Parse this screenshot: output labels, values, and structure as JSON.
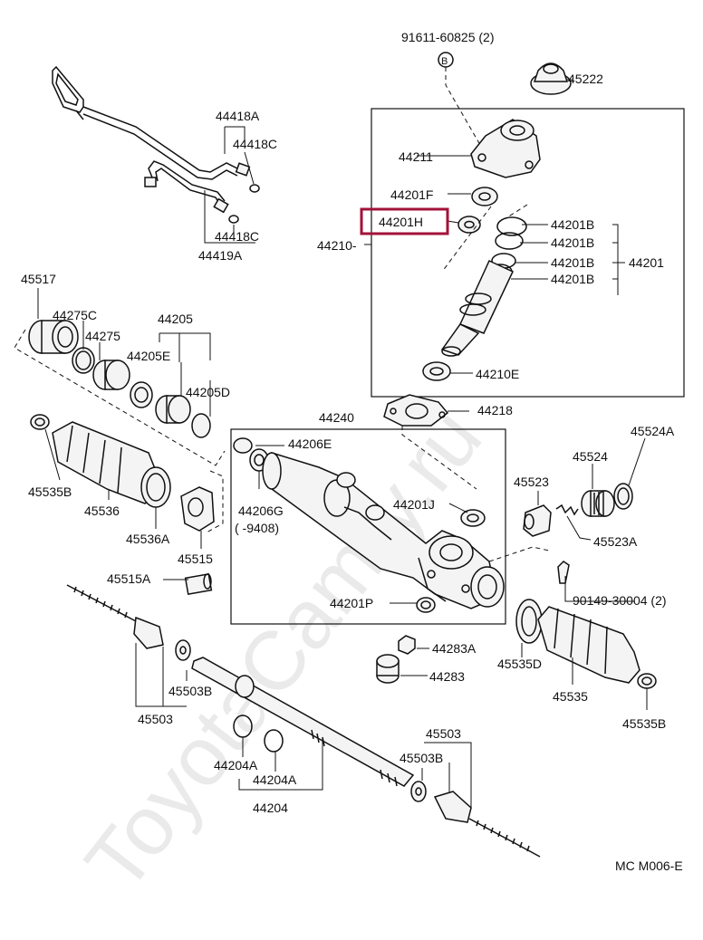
{
  "diagram": {
    "highlight_color": "#a3123a",
    "highlighted_part": "44201H",
    "diagram_code": "MC M006-E",
    "watermark": "ToyotaCamry.ru",
    "labels": {
      "p91611": "91611-60825 (2)",
      "p45222": "45222",
      "p44418A": "44418A",
      "p44418C_top": "44418C",
      "p44418C_bot": "44418C",
      "p44419A": "44419A",
      "p44211": "44211",
      "p44201F": "44201F",
      "p44201H": "44201H",
      "p44210": "44210-",
      "p44201B_1": "44201B",
      "p44201B_2": "44201B",
      "p44201B_3": "44201B",
      "p44201B_4": "44201B",
      "p44201": "44201",
      "p44210E": "44210E",
      "p45517": "45517",
      "p44275C": "44275C",
      "p44275": "44275",
      "p44205": "44205",
      "p44205E": "44205E",
      "p44205D": "44205D",
      "p44218": "44218",
      "p44240": "44240",
      "p44206E": "44206E",
      "p44206G": "44206G",
      "p9408": "(        -9408)",
      "p44201J": "44201J",
      "p44201P": "44201P",
      "p45535B_left": "45535B",
      "p45536": "45536",
      "p45536A": "45536A",
      "p45515": "45515",
      "p45515A": "45515A",
      "p45524A": "45524A",
      "p45524": "45524",
      "p45523": "45523",
      "p45523A": "45523A",
      "p90149": "90149-30004 (2)",
      "p44283A": "44283A",
      "p44283": "44283",
      "p45535D": "45535D",
      "p45535": "45535",
      "p45535B_right": "45535B",
      "p45503B_left": "45503B",
      "p45503_left": "45503",
      "p44204A_1": "44204A",
      "p44204A_2": "44204A",
      "p44204": "44204",
      "p45503_right": "45503",
      "p45503B_right": "45503B",
      "bolt_symbol": "B"
    }
  }
}
